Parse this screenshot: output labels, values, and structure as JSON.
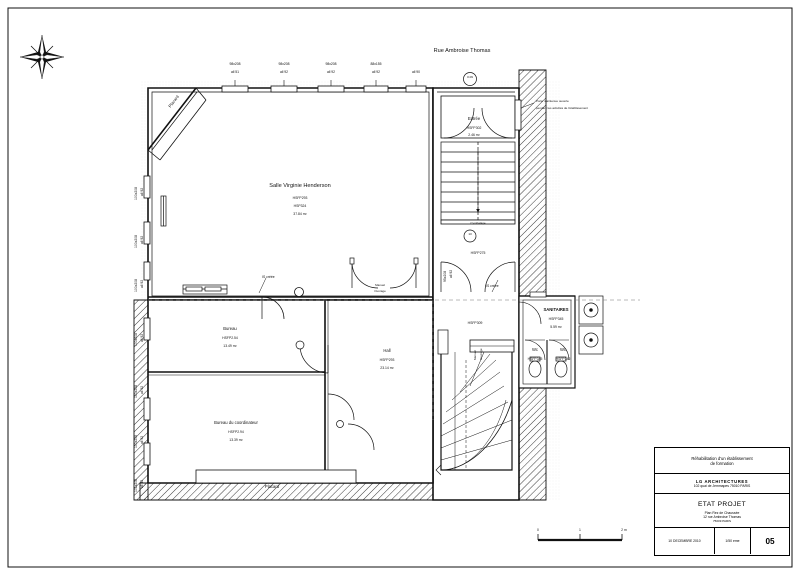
{
  "sheet": {
    "street_label": "Rue Ambroise Thomas",
    "north_arrow": "north-compass"
  },
  "annotations": {
    "door_note_line1": "Porte maintenue ouverte",
    "door_note_line2": "pendant les activités de l'établissement",
    "placard_diagonal": "Placard",
    "placard_bottom": "Placard",
    "created_wall_1": "IS créée",
    "created_wall_2": "IS créée",
    "manuel_1": "Manuel",
    "manuel_2": "Ouvrage",
    "manuel_3": "Manuel",
    "manuel_4": "Ouvrage",
    "cymbalage_1": "Cymbalage",
    "marker_a": "0.09",
    "marker_b": "13",
    "hall_corridor_ref": "HSFP275",
    "hall_ref_2": "HSFP309"
  },
  "top_openings": [
    {
      "size": "98x208",
      "allege": "all 51"
    },
    {
      "size": "98x208",
      "allege": "all 92"
    },
    {
      "size": "98x208",
      "allege": "all 92"
    },
    {
      "size": "88x155",
      "allege": "all 92"
    },
    {
      "size": "",
      "allege": "all 90"
    }
  ],
  "left_openings": [
    {
      "size": "100x208",
      "allege": "all 92"
    },
    {
      "size": "100x208",
      "allege": "all 92"
    },
    {
      "size": "100x208",
      "allege": "all 92"
    },
    {
      "size": "100x208",
      "allege": "all 92"
    },
    {
      "size": "100x208",
      "allege": "all 92"
    },
    {
      "size": "100x208",
      "allege": "all 92"
    },
    {
      "size": "101x208",
      "allege": "all 92"
    }
  ],
  "right_openings": [
    {
      "size": "95x208",
      "allege": "all 92"
    }
  ],
  "rooms": [
    {
      "name": "Salle Virginie Henderson",
      "ref1": "HSFP293",
      "ref2": "HSP324",
      "area": "37.84 m²"
    },
    {
      "name": "Entrée",
      "ref1": "HSFP302",
      "ref2": "",
      "area": "2.46 m²"
    },
    {
      "name": "Bureau",
      "ref1": "HSFP2.54",
      "ref2": "",
      "area": "13.49 m²"
    },
    {
      "name": "Bureau du coordinateur",
      "ref1": "HSFP2.94",
      "ref2": "",
      "area": "13.39 m²"
    },
    {
      "name": "Hall",
      "ref1": "HSFP293",
      "ref2": "",
      "area": "23.14 m²"
    },
    {
      "name": "SANITAIRES",
      "ref1": "HSFP345",
      "ref2": "",
      "area": "5.59 m²"
    },
    {
      "name": "Wc",
      "ref1": "HSFP345",
      "ref2": "",
      "area": ""
    },
    {
      "name": "Wc",
      "ref1": "HSFP342",
      "ref2": "",
      "area": ""
    }
  ],
  "scale_bar": {
    "tick_0": "0",
    "tick_1": "1",
    "tick_2": "2 m"
  },
  "title_block": {
    "project_line1": "Réhabilitation d'un établissement",
    "project_line2": "de formation",
    "firm": "LG ARCHITECTURES",
    "firm_address": "102 quai de Jemmapes   75010 PARIS",
    "phase": "ETAT PROJET",
    "drawing_line1": "Plan Rez de Chaussée",
    "drawing_line2": "12 rue Ambroise Thomas",
    "drawing_line3": "75009 PARIS",
    "date": "10 DECEMBRE 2010",
    "scale": "1/50 eme",
    "sheet_number": "05"
  },
  "colors": {
    "ink": "#111111",
    "paper": "#ffffff",
    "hatch": "#333333",
    "backdrop": "#2b2b2b"
  }
}
